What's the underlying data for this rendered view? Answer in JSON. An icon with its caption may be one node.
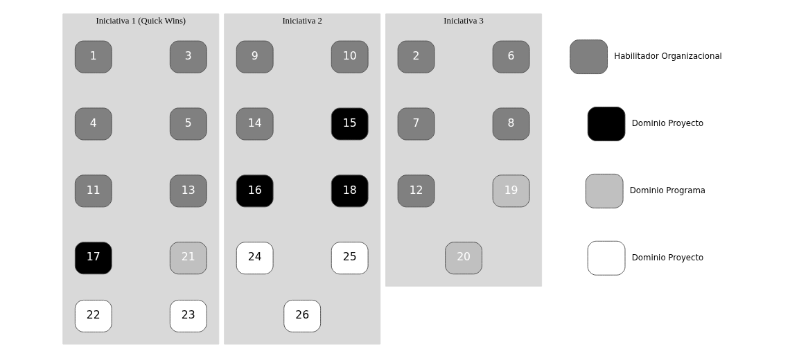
{
  "diagram": {
    "nodes": [
      {
        "text": [
          "Iniciativa 1 (Quick Wins)"
        ]
      },
      {
        "text": [
          "1"
        ],
        "in": 0
      },
      {
        "text": [
          "3"
        ],
        "in": 0
      },
      {
        "text": [
          "4"
        ],
        "in": 0
      },
      {
        "text": [
          "5"
        ],
        "in": 0
      },
      {
        "text": [
          "11"
        ],
        "in": 0
      },
      {
        "text": [
          "13"
        ],
        "in": 0
      },
      {
        "text": [
          "17"
        ],
        "in": 0
      },
      {
        "text": [
          "21"
        ],
        "in": 0
      },
      {
        "text": [
          "22"
        ],
        "in": 0
      },
      {
        "text": [
          "23"
        ],
        "in": 0
      },
      {
        "text": [
          "Iniciativa 2"
        ]
      },
      {
        "text": [
          "9"
        ],
        "in": 11
      },
      {
        "text": [
          "10"
        ],
        "in": 11
      },
      {
        "text": [
          "14"
        ],
        "in": 11
      },
      {
        "text": [
          "15"
        ],
        "in": 11
      },
      {
        "text": [
          "16"
        ],
        "in": 11
      },
      {
        "text": [
          "18"
        ],
        "in": 11
      },
      {
        "text": [
          "24"
        ],
        "in": 11
      },
      {
        "text": [
          "25"
        ],
        "in": 11
      },
      {
        "text": [
          "26"
        ],
        "in": 11
      },
      {
        "text": [
          "Iniciativa 3"
        ]
      },
      {
        "text": [
          "2"
        ],
        "in": 21
      },
      {
        "text": [
          "6"
        ],
        "in": 21
      },
      {
        "text": [
          "7"
        ],
        "in": 21
      },
      {
        "text": [
          "8"
        ],
        "in": 21
      },
      {
        "text": [
          "12"
        ],
        "in": 21
      },
      {
        "text": [
          "19"
        ],
        "in": 21
      },
      {
        "text": [
          "20"
        ],
        "in": 21
      }
    ],
    "edges": [],
    "legend": [
      {
        "text": "Habilitador Organizacional",
        "color": "#808080"
      },
      {
        "text": "Dominio Proyecto",
        "color": "#000000"
      },
      {
        "text": "Dominio Programa",
        "color": "#c0c0c0"
      },
      {
        "text": "Dominio Proyecto",
        "color": "#ffffff"
      }
    ]
  }
}
